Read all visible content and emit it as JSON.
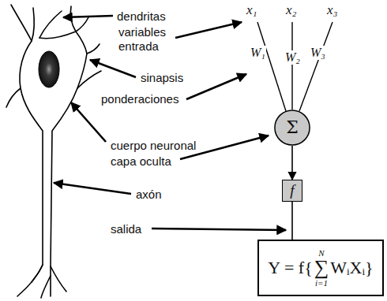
{
  "diagram": {
    "nodes": [
      {
        "text": [
          "Σ"
        ]
      },
      {
        "text": [
          "f"
        ]
      },
      {
        "text": [
          "Y = f{",
          "N",
          "∑",
          "i=1",
          "WᵢXᵢ}"
        ]
      }
    ],
    "edges": [
      {
        "from": 0,
        "to": 1,
        "arrow": "to"
      },
      {
        "from": 1,
        "to": 2,
        "arrow": "none"
      }
    ],
    "labels": [
      "dendritas",
      "variables",
      "entrada",
      "sinapsis",
      "ponderaciones",
      "cuerpo neuronal",
      "capa oculta",
      "axón",
      "salida",
      "x₁",
      "x₂",
      "x₃",
      "W₁",
      "W₂",
      "W₃"
    ]
  }
}
